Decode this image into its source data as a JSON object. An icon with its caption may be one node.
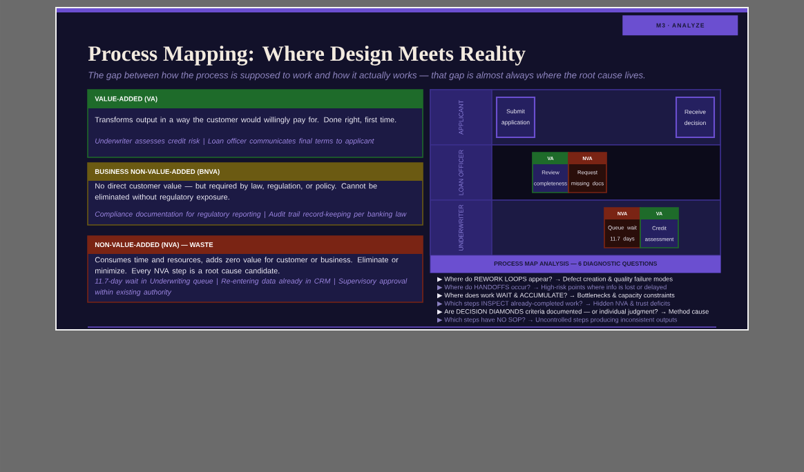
{
  "diagram": {
    "title": "Process Mapping: Where Design Meets Reality",
    "nodes": [
      {
        "text": [
          "M3 · ANALYZE"
        ]
      },
      {
        "text": [
          "VALUE-ADDED (VA)",
          "Transforms output in a way the customer would willingly pay for. Done right, first time.",
          "Underwriter assesses credit risk | Loan officer communicates final terms to applicant"
        ]
      },
      {
        "text": [
          "BUSINESS NON-VALUE-ADDED (BNVA)",
          "No direct customer value — but required by law, regulation, or policy. Cannot be eliminated without regulatory exposure.",
          "Compliance documentation for regulatory reporting | Audit trail record-keeping per banking law"
        ]
      },
      {
        "text": [
          "NON-VALUE-ADDED (NVA) — WASTE",
          "Consumes time and resources, adds zero value for customer or business. Eliminate or minimize. Every NVA step is a root cause candidate.",
          "11.7-day wait in Underwriting queue | Re-entering data already in CRM | Supervisory approval within existing authority"
        ]
      },
      {
        "text": [
          "APPLICANT"
        ]
      },
      {
        "text": [
          "Submit application"
        ],
        "in": 4
      },
      {
        "text": [
          "Receive decision"
        ],
        "in": 4
      },
      {
        "text": [
          "LOAN OFFICER"
        ]
      },
      {
        "text": [
          "VA",
          "Review completeness"
        ],
        "in": 7
      },
      {
        "text": [
          "NVA",
          "Request missing docs"
        ],
        "in": 7
      },
      {
        "text": [
          "UNDERWRITER"
        ]
      },
      {
        "text": [
          "NVA",
          "Queue wait 11.7 days"
        ],
        "in": 10
      },
      {
        "text": [
          "VA",
          "Credit assessment"
        ],
        "in": 10
      },
      {
        "text": [
          "PROCESS MAP ANALYSIS — 6 DIAGNOSTIC QUESTIONS"
        ],
        "beside": [
          "Where do REWORK LOOPS appear? → Defect creation & quality failure modes",
          "Where do HANDOFFS occur? → High-risk points where info is lost or delayed",
          "Where does work WAIT & ACCUMULATE? → Bottlenecks & capacity constraints",
          "Which steps INSPECT already-completed work? → Hidden NVA & trust deficits",
          "Are DECISION DIAMONDS criteria documented — or individual judgment? → Method cause",
          "Which steps have NO SOP? → Uncontrolled steps producing inconsistent outputs"
        ]
      }
    ],
    "labels": [
      "The gap between how the process is supposed to work and how it actually works — that gap is almost always where the root cause lives."
    ]
  }
}
